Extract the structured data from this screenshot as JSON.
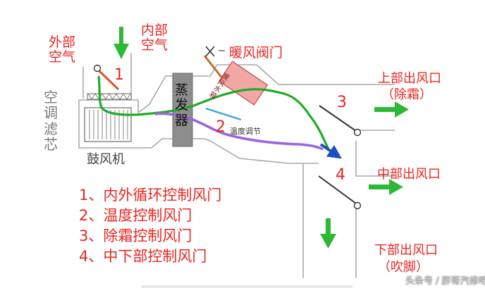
{
  "labels": {
    "outside_air": [
      "外部",
      "空气"
    ],
    "inside_air": [
      "内部",
      "空气"
    ],
    "warm_air_door": "暖风阀门",
    "filter": [
      "空",
      "调",
      "滤",
      "芯"
    ],
    "blower": "鼓风机",
    "evaporator": [
      "蒸",
      "发",
      "器"
    ],
    "heater_core": [
      "暖",
      "风",
      "水",
      "箱"
    ],
    "temp_adjust": "温度调节",
    "upper_outlet": "上部出风口",
    "upper_outlet_sub": "（除霜）",
    "middle_outlet": "中部出风口",
    "lower_outlet": "下部出风口",
    "lower_outlet_sub": "（吹脚）",
    "door_numbers": [
      "1",
      "2",
      "3",
      "4"
    ]
  },
  "legend": [
    "1、内外循环控制风门",
    "2、温度控制风门",
    "3、除霜控制风门",
    "4、中下部控制风门"
  ],
  "watermark": "头条号 / 胖哥汽修吧",
  "colors": {
    "label_red": "#e8251f",
    "arrow_green": "#2db935",
    "cold_flow_green": "#1faa28",
    "warm_flow_purple": "#9a66d8",
    "heater_pink": "#f2a7a5",
    "evaporator_gray": "#8d8d8d",
    "duct_gray": "#a9a9a9"
  }
}
